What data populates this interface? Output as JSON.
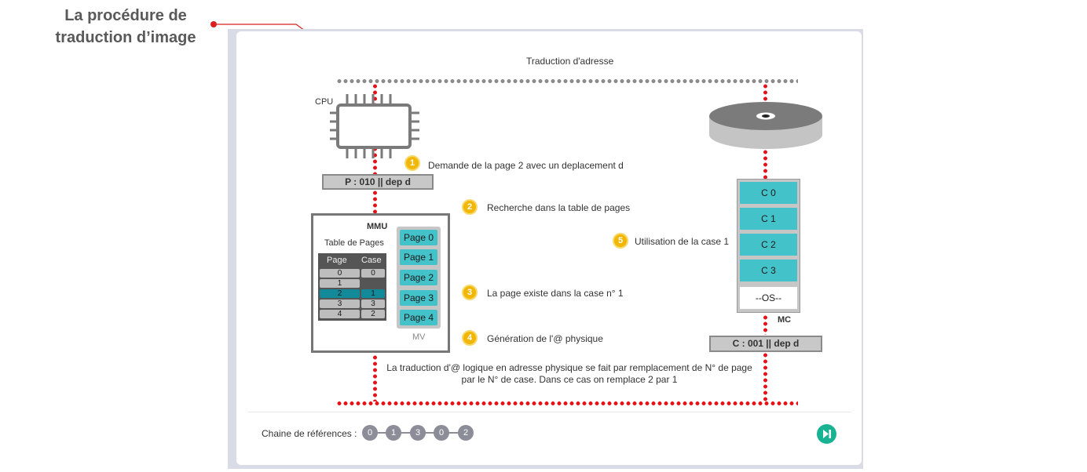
{
  "caption": {
    "line1": "La procédure de",
    "line2": "traduction d’image"
  },
  "diagram": {
    "title": "Traduction d'adresse",
    "cpu_label": "CPU",
    "cpu_address": "P : 010 || dep d",
    "mmu_label": "MMU",
    "table_title": "Table de Pages",
    "table_headers": [
      "Page",
      "Case"
    ],
    "table_rows": [
      {
        "page": "0",
        "case": "0"
      },
      {
        "page": "1",
        "case": ""
      },
      {
        "page": "2",
        "case": "1"
      },
      {
        "page": "3",
        "case": "3"
      },
      {
        "page": "4",
        "case": "2"
      }
    ],
    "mv_pages": [
      "Page 0",
      "Page 1",
      "Page 2",
      "Page 3",
      "Page 4"
    ],
    "mv_label": "MV",
    "mc_cases": [
      "C 0",
      "C 1",
      "C 2",
      "C 3"
    ],
    "mc_os": "--OS--",
    "mc_label": "MC",
    "mc_address": "C : 001 || dep d",
    "steps": [
      {
        "num": "1",
        "text": "Demande de la page 2 avec un deplacement d"
      },
      {
        "num": "2",
        "text": "Recherche dans la table de pages"
      },
      {
        "num": "3",
        "text": "La page existe dans la case n° 1"
      },
      {
        "num": "4",
        "text": "Génération de l'@ physique"
      },
      {
        "num": "5",
        "text": "Utilisation de la case 1"
      }
    ],
    "note_line1": "La traduction d'@ logique en adresse physique se fait par remplacement de N° de page",
    "note_line2": "par le N° de case. Dans ce cas on remplace 2 par 1"
  },
  "footer": {
    "chain_label": "Chaine de références :",
    "chain": [
      "0",
      "1",
      "3",
      "0",
      "2"
    ],
    "next_icon": "skip-next-icon"
  },
  "colors": {
    "accent": "#44c2c9",
    "dots": "#e4141b",
    "step": "#f2b705",
    "next": "#19b394",
    "highlight_row": "#138a9a"
  }
}
